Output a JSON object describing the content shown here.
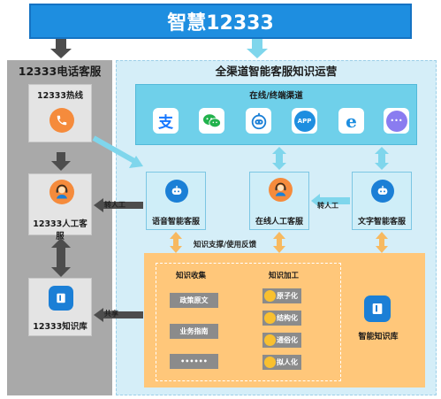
{
  "title": "智慧12333",
  "left": {
    "title": "12333电话客服",
    "hotline": "12333热线",
    "manual": "12333人工客服",
    "knowledge_base": "12333知识库",
    "transfer_label": "转人工",
    "share_label": "共享"
  },
  "right": {
    "title": "全渠道智能客服知识运营",
    "channel_title": "在线/终端渠道",
    "channels": [
      {
        "icon": "alipay-icon",
        "label": "支"
      },
      {
        "icon": "wechat-icon",
        "label": ""
      },
      {
        "icon": "robot-icon",
        "label": ""
      },
      {
        "icon": "app-icon",
        "label": "APP"
      },
      {
        "icon": "browser-icon",
        "label": "e"
      },
      {
        "icon": "more-icon",
        "label": "•••"
      }
    ],
    "voice_service": "语音智能客服",
    "online_manual": "在线人工客服",
    "text_service": "文字智能客服",
    "transfer_label": "转人工",
    "support_label": "知识支撑/使用反馈",
    "collect_title": "知识收集",
    "collect_items": [
      "政策原文",
      "业务指南",
      "••••••"
    ],
    "process_title": "知识加工",
    "process_items": [
      "原子化",
      "结构化",
      "通俗化",
      "拟人化"
    ],
    "smart_kb": "智能知识库"
  },
  "colors": {
    "title_blue": "#1e8ee0",
    "channel_cyan": "#6fd0ea",
    "kb_orange": "#ffc77a",
    "phone_orange": "#f58b3c",
    "robot_blue": "#1b7fd6",
    "arrow_gray": "#4d4d4d",
    "arrow_cyan": "#7fd6ec"
  }
}
